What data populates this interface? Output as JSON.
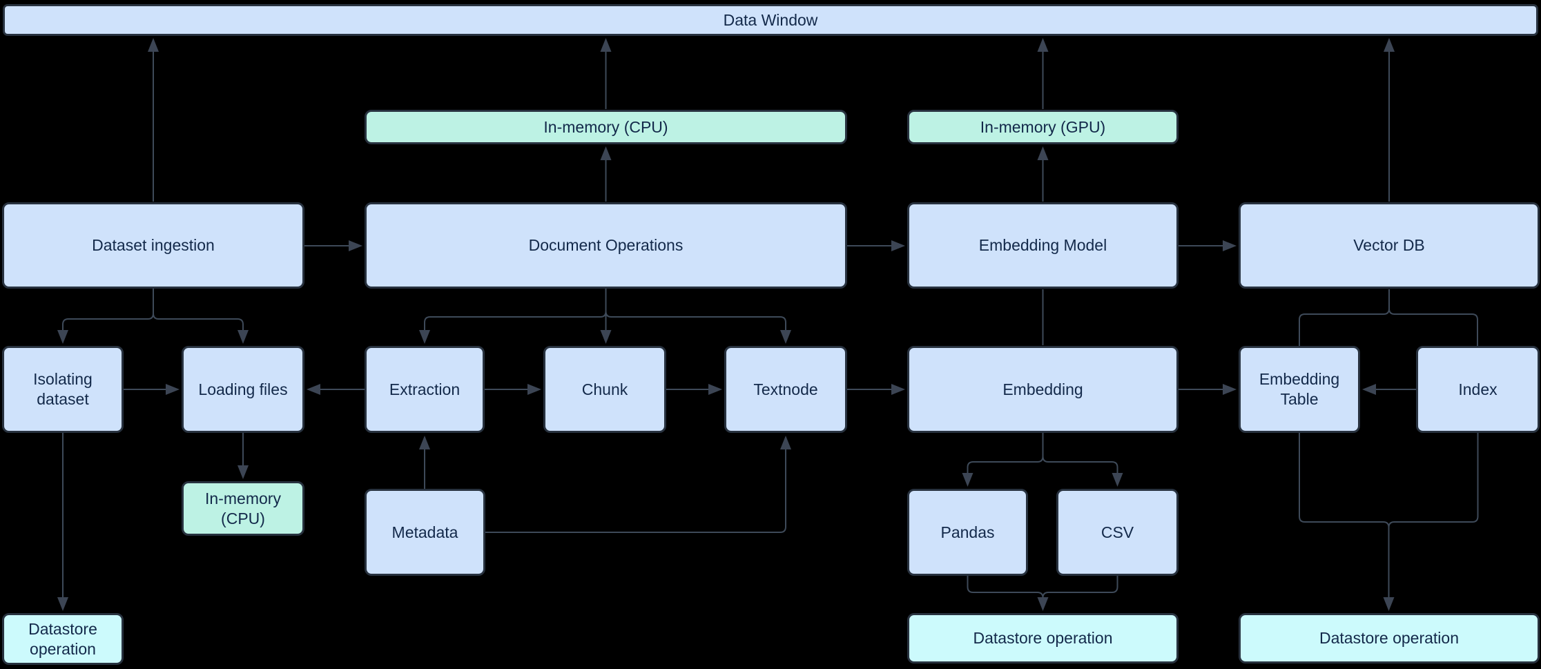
{
  "diagram": {
    "title": "Data Window",
    "palette": {
      "background": "#000000",
      "process_fill": "#cfe2fb",
      "inmemory_fill": "#bdf2e4",
      "datastore_fill": "#ccfafc",
      "box_border": "#28323f",
      "connector": "#3e4a59",
      "text": "#13294a"
    },
    "nodes": {
      "data_window": {
        "label": "Data Window",
        "kind": "process"
      },
      "inmemory_cpu_top": {
        "label": "In-memory (CPU)",
        "kind": "inmemory"
      },
      "inmemory_gpu": {
        "label": "In-memory (GPU)",
        "kind": "inmemory"
      },
      "dataset_ingestion": {
        "label": "Dataset ingestion",
        "kind": "process"
      },
      "document_operations": {
        "label": "Document Operations",
        "kind": "process"
      },
      "embedding_model": {
        "label": "Embedding Model",
        "kind": "process"
      },
      "vector_db": {
        "label": "Vector DB",
        "kind": "process"
      },
      "isolating_dataset": {
        "label": "Isolating dataset",
        "kind": "process"
      },
      "loading_files": {
        "label": "Loading files",
        "kind": "process"
      },
      "extraction": {
        "label": "Extraction",
        "kind": "process"
      },
      "chunk": {
        "label": "Chunk",
        "kind": "process"
      },
      "textnode": {
        "label": "Textnode",
        "kind": "process"
      },
      "embedding": {
        "label": "Embedding",
        "kind": "process"
      },
      "embedding_table": {
        "label": "Embedding Table",
        "kind": "process"
      },
      "index": {
        "label": "Index",
        "kind": "process"
      },
      "inmemory_cpu_small": {
        "label": "In-memory (CPU)",
        "kind": "inmemory"
      },
      "metadata": {
        "label": "Metadata",
        "kind": "process"
      },
      "pandas": {
        "label": "Pandas",
        "kind": "process"
      },
      "csv": {
        "label": "CSV",
        "kind": "process"
      },
      "datastore_left": {
        "label": "Datastore operation",
        "kind": "datastore"
      },
      "datastore_middle": {
        "label": "Datastore operation",
        "kind": "datastore"
      },
      "datastore_right": {
        "label": "Datastore operation",
        "kind": "datastore"
      }
    },
    "edges": [
      {
        "from": "dataset_ingestion",
        "to": "data_window",
        "arrow": true
      },
      {
        "from": "document_operations",
        "to": "inmemory_cpu_top",
        "arrow": true
      },
      {
        "from": "inmemory_cpu_top",
        "to": "data_window",
        "arrow": true
      },
      {
        "from": "embedding_model",
        "to": "inmemory_gpu",
        "arrow": true
      },
      {
        "from": "inmemory_gpu",
        "to": "data_window",
        "arrow": true
      },
      {
        "from": "vector_db",
        "to": "data_window",
        "arrow": true
      },
      {
        "from": "dataset_ingestion",
        "to": "document_operations",
        "arrow": true
      },
      {
        "from": "document_operations",
        "to": "embedding_model",
        "arrow": true
      },
      {
        "from": "embedding_model",
        "to": "vector_db",
        "arrow": true
      },
      {
        "from": "dataset_ingestion",
        "to": "isolating_dataset",
        "arrow": true
      },
      {
        "from": "dataset_ingestion",
        "to": "loading_files",
        "arrow": true
      },
      {
        "from": "isolating_dataset",
        "to": "loading_files",
        "arrow": true
      },
      {
        "from": "extraction",
        "to": "loading_files",
        "arrow": true
      },
      {
        "from": "document_operations",
        "to": "extraction",
        "arrow": true
      },
      {
        "from": "document_operations",
        "to": "chunk",
        "arrow": true
      },
      {
        "from": "document_operations",
        "to": "textnode",
        "arrow": true
      },
      {
        "from": "extraction",
        "to": "chunk",
        "arrow": true
      },
      {
        "from": "chunk",
        "to": "textnode",
        "arrow": true
      },
      {
        "from": "metadata",
        "to": "extraction",
        "arrow": true
      },
      {
        "from": "metadata",
        "to": "textnode",
        "arrow": true
      },
      {
        "from": "textnode",
        "to": "embedding",
        "arrow": true
      },
      {
        "from": "embedding_model",
        "to": "embedding",
        "arrow": false
      },
      {
        "from": "embedding",
        "to": "pandas",
        "arrow": true
      },
      {
        "from": "embedding",
        "to": "csv",
        "arrow": true
      },
      {
        "from": "pandas",
        "to": "datastore_middle",
        "arrow": true
      },
      {
        "from": "csv",
        "to": "datastore_middle",
        "arrow": true
      },
      {
        "from": "embedding",
        "to": "embedding_table",
        "arrow": true
      },
      {
        "from": "vector_db",
        "to": "embedding_table",
        "arrow": false
      },
      {
        "from": "vector_db",
        "to": "index",
        "arrow": false
      },
      {
        "from": "index",
        "to": "embedding_table",
        "arrow": true
      },
      {
        "from": "isolating_dataset",
        "to": "datastore_left",
        "arrow": true
      },
      {
        "from": "loading_files",
        "to": "inmemory_cpu_small",
        "arrow": true
      },
      {
        "from": "embedding_table",
        "to": "datastore_right",
        "arrow": true
      },
      {
        "from": "index",
        "to": "datastore_right",
        "arrow": true
      }
    ]
  }
}
